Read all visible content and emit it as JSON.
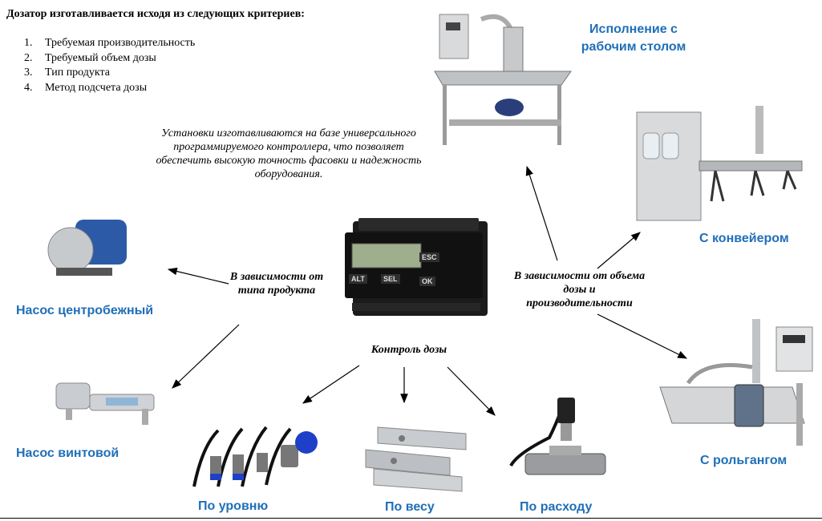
{
  "header": {
    "title": "Дозатор изготавливается исходя из следующих критериев:",
    "criteria": [
      {
        "num": "1.",
        "text": "Требуемая производительность"
      },
      {
        "num": "2.",
        "text": "Требуемый объем дозы"
      },
      {
        "num": "3.",
        "text": "Тип продукта"
      },
      {
        "num": "4.",
        "text": "Метод подсчета дозы"
      }
    ]
  },
  "note": "Установки изготавливаются на базе универсального программируемого контроллера, что позволяет обеспечить высокую точность фасовки и надежность оборудования.",
  "center_labels": {
    "by_product": "В зависимости от типа продукта",
    "by_volume": "В зависимости от объема дозы и производительности",
    "dose_control": "Контроль дозы"
  },
  "controller": {
    "keys": [
      "ESC",
      "ALT",
      "SEL",
      "OK"
    ]
  },
  "options": {
    "workbench": "Исполнение с рабочим столом",
    "conveyor": "С конвейером",
    "roller": "С рольгангом",
    "pump_centrifugal": "Насос центробежный",
    "pump_screw": "Насос винтовой",
    "by_level": "По уровню",
    "by_weight": "По весу",
    "by_flow": "По расходу"
  },
  "colors": {
    "label_blue": "#1f6fb8",
    "text": "#000000"
  }
}
